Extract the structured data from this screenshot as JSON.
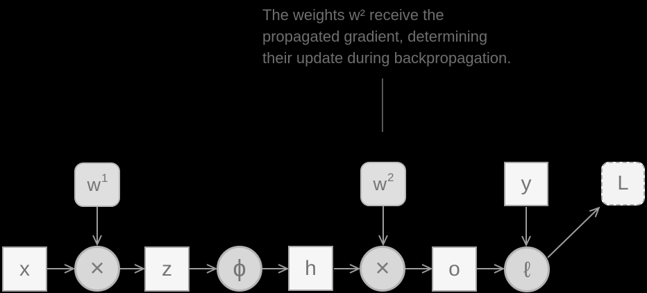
{
  "annotation": {
    "lines": [
      "The weights w² receive the",
      "propagated gradient, determining",
      "their update during backpropagation."
    ]
  },
  "diagram": {
    "nodes": {
      "x": {
        "label": "x"
      },
      "mul1": {
        "label": "×"
      },
      "z": {
        "label": "z"
      },
      "phi": {
        "label": "ϕ"
      },
      "h": {
        "label": "h"
      },
      "mul2": {
        "label": "×"
      },
      "o": {
        "label": "o"
      },
      "ell": {
        "label": "ℓ"
      },
      "w1": {
        "base": "w",
        "sup": "1"
      },
      "w2": {
        "base": "w",
        "sup": "2"
      },
      "y": {
        "label": "y"
      },
      "L": {
        "label": "L"
      }
    }
  },
  "colors": {
    "background": "#000000",
    "annotation_text": "#6e6e6e",
    "square_fill": "#f6f6f6",
    "square_border": "#a6a6a6",
    "circle_fill": "#d8d8d8",
    "circle_border": "#b4b2b2",
    "weight_fill": "#dfdfdf",
    "loss_fill": "#f3f3f3",
    "arrow": "#9d9d9d",
    "label_text": "#757575"
  }
}
